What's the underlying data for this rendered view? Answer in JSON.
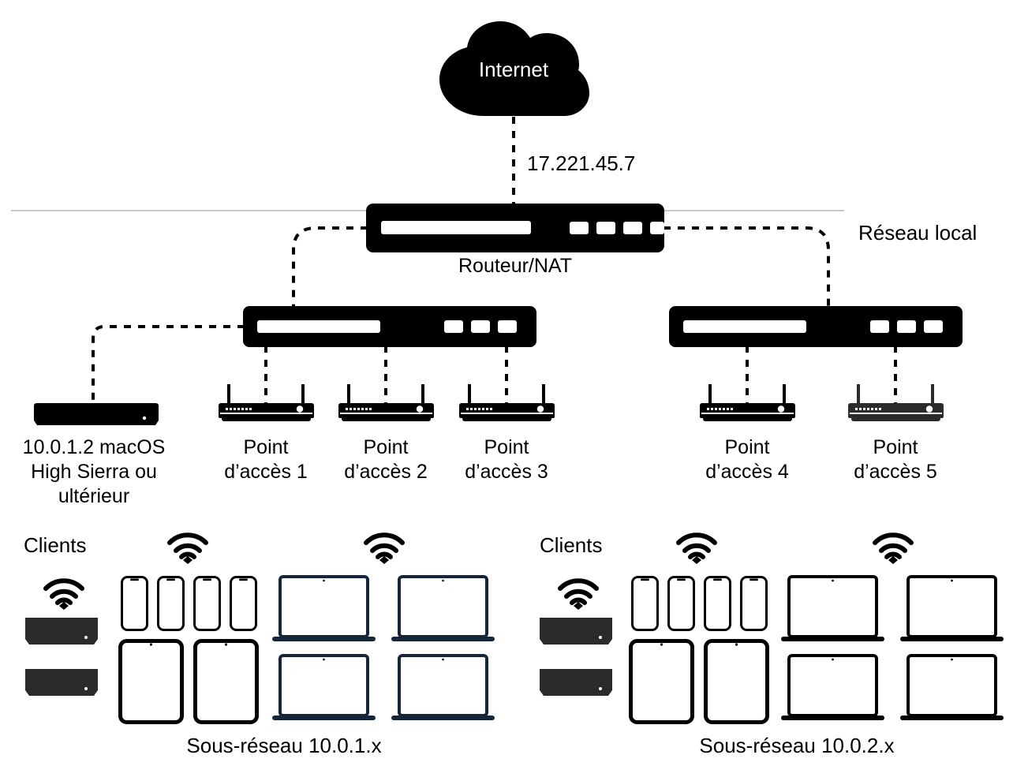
{
  "diagram": {
    "title_internet": "Internet",
    "wan_ip": "17.221.45.7",
    "router_label": "Routeur/NAT",
    "lan_label": "Réseau local",
    "mac_label": "10.0.1.2 macOS\nHigh Sierra ou\nultérieur",
    "access_points": [
      {
        "id": "ap1",
        "label": "Point\nd’accès 1"
      },
      {
        "id": "ap2",
        "label": "Point\nd’accès 2"
      },
      {
        "id": "ap3",
        "label": "Point\nd’accès 3"
      },
      {
        "id": "ap4",
        "label": "Point\nd’accès 4"
      },
      {
        "id": "ap5",
        "label": "Point\nd’accès 5"
      }
    ],
    "clients_left_label": "Clients",
    "clients_right_label": "Clients",
    "subnet_left": "Sous-réseau 10.0.1.x",
    "subnet_right": "Sous-réseau 10.0.2.x",
    "icons": {
      "cloud": "cloud-icon",
      "wifi": "wifi-icon",
      "router": "router-icon",
      "switch": "switch-icon",
      "access_point": "access-point-icon",
      "mac_mini": "mac-mini-icon",
      "phone": "phone-icon",
      "tablet": "tablet-icon",
      "laptop": "laptop-icon"
    },
    "colors": {
      "ink": "#000000",
      "dark_device": "#2b2b2b",
      "navy_device": "#16263a",
      "lan_line": "#c8c8c8",
      "background": "#ffffff",
      "cloud_text": "#ffffff"
    },
    "counts": {
      "phones_per_subnet": 4,
      "tablets_per_subnet": 2,
      "laptops_per_subnet": 4,
      "mac_minis_per_subnet": 2,
      "access_points_total": 5,
      "switches": 2
    }
  }
}
